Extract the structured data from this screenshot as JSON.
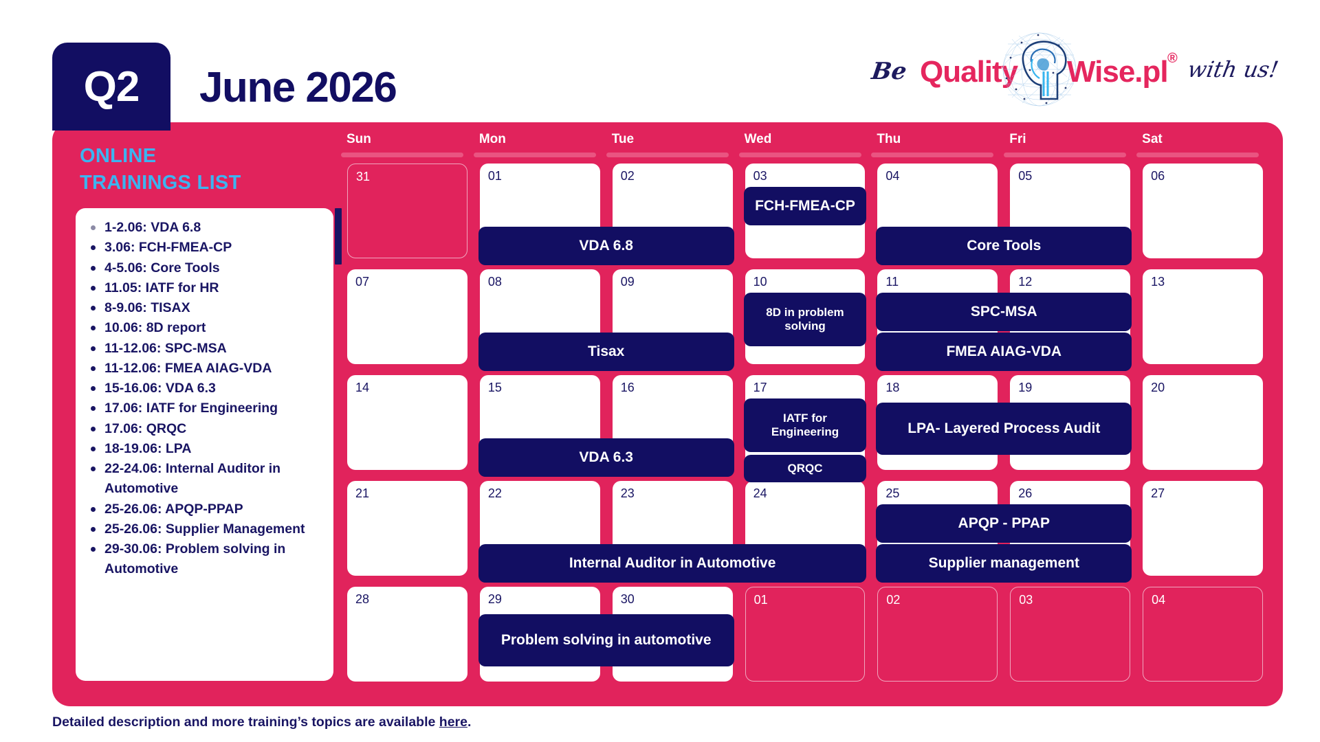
{
  "header": {
    "quarter": "Q2",
    "month_title": "June 2026"
  },
  "logo": {
    "be": "Be",
    "quality": "Quality",
    "wise": "Wise.pl",
    "registered": "®",
    "with_us": "with us!",
    "brain_icon": "brain-globe-icon"
  },
  "sidebar": {
    "title_line1": "ONLINE",
    "title_line2": "TRAININGS LIST",
    "items": [
      "1-2.06: VDA 6.8",
      "3.06: FCH-FMEA-CP",
      "4-5.06: Core Tools",
      "11.05: IATF for HR",
      "8-9.06: TISAX",
      "10.06: 8D report",
      "11-12.06: SPC-MSA",
      "11-12.06: FMEA AIAG-VDA",
      "15-16.06: VDA 6.3",
      "17.06: IATF for Engineering",
      "17.06: QRQC",
      "18-19.06: LPA",
      "22-24.06: Internal Auditor in Automotive",
      "25-26.06: APQP-PPAP",
      "25-26.06: Supplier Management",
      "29-30.06: Problem solving in Automotive"
    ]
  },
  "calendar": {
    "daynames": [
      "Sun",
      "Mon",
      "Tue",
      "Wed",
      "Thu",
      "Fri",
      "Sat"
    ],
    "weeks": [
      {
        "days": [
          {
            "num": "31",
            "outside": true
          },
          {
            "num": "01",
            "outside": false
          },
          {
            "num": "02",
            "outside": false
          },
          {
            "num": "03",
            "outside": false
          },
          {
            "num": "04",
            "outside": false
          },
          {
            "num": "05",
            "outside": false
          },
          {
            "num": "06",
            "outside": false
          }
        ],
        "events": [
          {
            "label": "VDA 6.8",
            "start": 1,
            "span": 2,
            "row": 1,
            "size": "normal"
          },
          {
            "label": "FCH-FMEA-CP",
            "start": 3,
            "span": 1,
            "row": 0,
            "size": "normal"
          },
          {
            "label": "Core Tools",
            "start": 4,
            "span": 2,
            "row": 1,
            "size": "normal"
          }
        ]
      },
      {
        "days": [
          {
            "num": "07",
            "outside": false
          },
          {
            "num": "08",
            "outside": false
          },
          {
            "num": "09",
            "outside": false
          },
          {
            "num": "10",
            "outside": false
          },
          {
            "num": "11",
            "outside": false
          },
          {
            "num": "12",
            "outside": false
          },
          {
            "num": "13",
            "outside": false
          }
        ],
        "events": [
          {
            "label": "Tisax",
            "start": 1,
            "span": 2,
            "row": 1,
            "size": "normal"
          },
          {
            "label": "8D in problem solving",
            "start": 3,
            "span": 1,
            "row": 0,
            "size": "small"
          },
          {
            "label": "SPC-MSA",
            "start": 4,
            "span": 2,
            "row": 0,
            "size": "normal"
          },
          {
            "label": "FMEA AIAG-VDA",
            "start": 4,
            "span": 2,
            "row": 1,
            "size": "normal"
          }
        ]
      },
      {
        "days": [
          {
            "num": "14",
            "outside": false
          },
          {
            "num": "15",
            "outside": false
          },
          {
            "num": "16",
            "outside": false
          },
          {
            "num": "17",
            "outside": false
          },
          {
            "num": "18",
            "outside": false
          },
          {
            "num": "19",
            "outside": false
          },
          {
            "num": "20",
            "outside": false
          }
        ],
        "events": [
          {
            "label": "VDA 6.3",
            "start": 1,
            "span": 2,
            "row": 1,
            "size": "normal"
          },
          {
            "label": "IATF  for Engineering",
            "start": 3,
            "span": 1,
            "row": 0,
            "size": "small"
          },
          {
            "label": "QRQC",
            "start": 3,
            "span": 1,
            "row": 2,
            "size": "small"
          },
          {
            "label": "LPA- Layered Process Audit",
            "start": 4,
            "span": 2,
            "row": 0,
            "size": "normal"
          }
        ]
      },
      {
        "days": [
          {
            "num": "21",
            "outside": false
          },
          {
            "num": "22",
            "outside": false
          },
          {
            "num": "23",
            "outside": false
          },
          {
            "num": "24",
            "outside": false
          },
          {
            "num": "25",
            "outside": false
          },
          {
            "num": "26",
            "outside": false
          },
          {
            "num": "27",
            "outside": false
          }
        ],
        "events": [
          {
            "label": "Internal Auditor in Automotive",
            "start": 1,
            "span": 3,
            "row": 1,
            "size": "normal"
          },
          {
            "label": "APQP - PPAP",
            "start": 4,
            "span": 2,
            "row": 0,
            "size": "normal"
          },
          {
            "label": "Supplier management",
            "start": 4,
            "span": 2,
            "row": 1,
            "size": "normal"
          }
        ]
      },
      {
        "days": [
          {
            "num": "28",
            "outside": false
          },
          {
            "num": "29",
            "outside": false
          },
          {
            "num": "30",
            "outside": false
          },
          {
            "num": "01",
            "outside": true
          },
          {
            "num": "02",
            "outside": true
          },
          {
            "num": "03",
            "outside": true
          },
          {
            "num": "04",
            "outside": true
          }
        ],
        "events": [
          {
            "label": "Problem solving in automotive",
            "start": 1,
            "span": 2,
            "row": 1,
            "size": "normal"
          }
        ]
      }
    ]
  },
  "footer": {
    "text_before": "Detailed description and more training’s topics are available ",
    "link_label": "here",
    "text_after": "."
  },
  "colors": {
    "pink": "#e1235c",
    "navy": "#120e62",
    "cyan": "#3cb4f0",
    "white": "#ffffff",
    "pink_bar": "#ea5481",
    "outside_border": "#f0a7bf"
  }
}
